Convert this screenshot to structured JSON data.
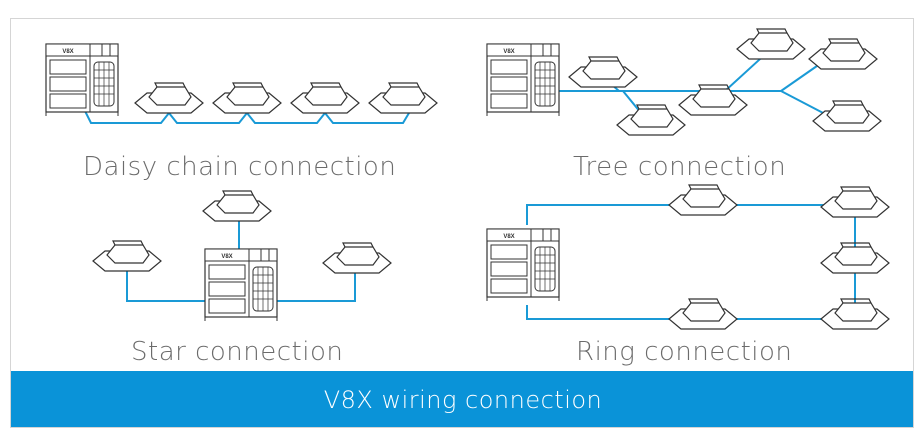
{
  "outdoor_unit_brand": "V8X",
  "captions": {
    "daisy": "Daisy chain connection",
    "tree": "Tree connection",
    "star": "Star connection",
    "ring": "Ring connection"
  },
  "footer": {
    "title": "V8X wiring connection"
  },
  "colors": {
    "wire": "#1a9ad6",
    "banner": "#0a93d8",
    "outline": "#333333"
  }
}
